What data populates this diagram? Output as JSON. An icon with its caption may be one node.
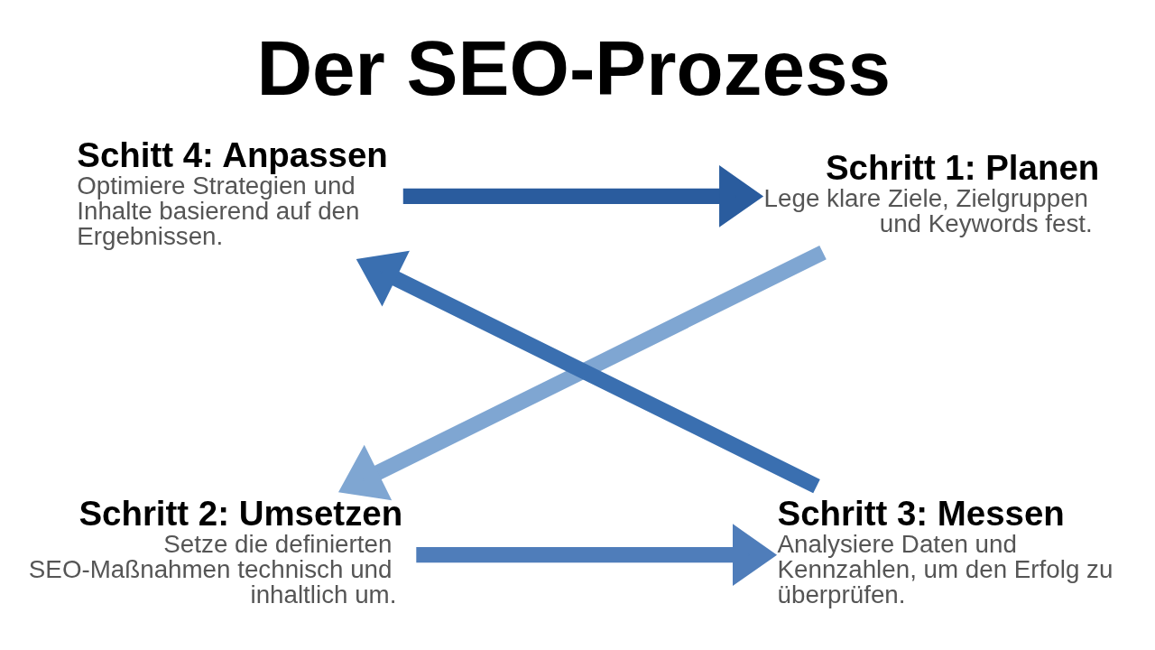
{
  "diagram": {
    "title": "Der SEO-Prozess",
    "nodes": [
      {
        "text": [
          "Schritt 1: Planen",
          "Lege klare Ziele, Zielgruppen und Keywords fest."
        ]
      },
      {
        "text": [
          "Schitt 4: Anpassen",
          "Optimiere Strategien und Inhalte basierend auf den Ergebnissen."
        ]
      },
      {
        "text": [
          "Schritt 2: Umsetzen",
          "Setze die definierten SEO-Maßnahmen technisch und inhaltlich um."
        ]
      },
      {
        "text": [
          "Schritt 3: Messen",
          "Analysiere Daten und Kennzahlen, um den Erfolg zu überprüfen."
        ]
      }
    ],
    "edges": [
      {
        "from": 0,
        "to": 2,
        "arrow": "to",
        "color": "#7fa6d2"
      },
      {
        "from": 2,
        "to": 3,
        "arrow": "to",
        "color": "#4f7dba"
      },
      {
        "from": 3,
        "to": 1,
        "arrow": "to",
        "color": "#3a6fb0"
      },
      {
        "from": 1,
        "to": 0,
        "arrow": "to",
        "color": "#2a5c9e"
      }
    ]
  }
}
